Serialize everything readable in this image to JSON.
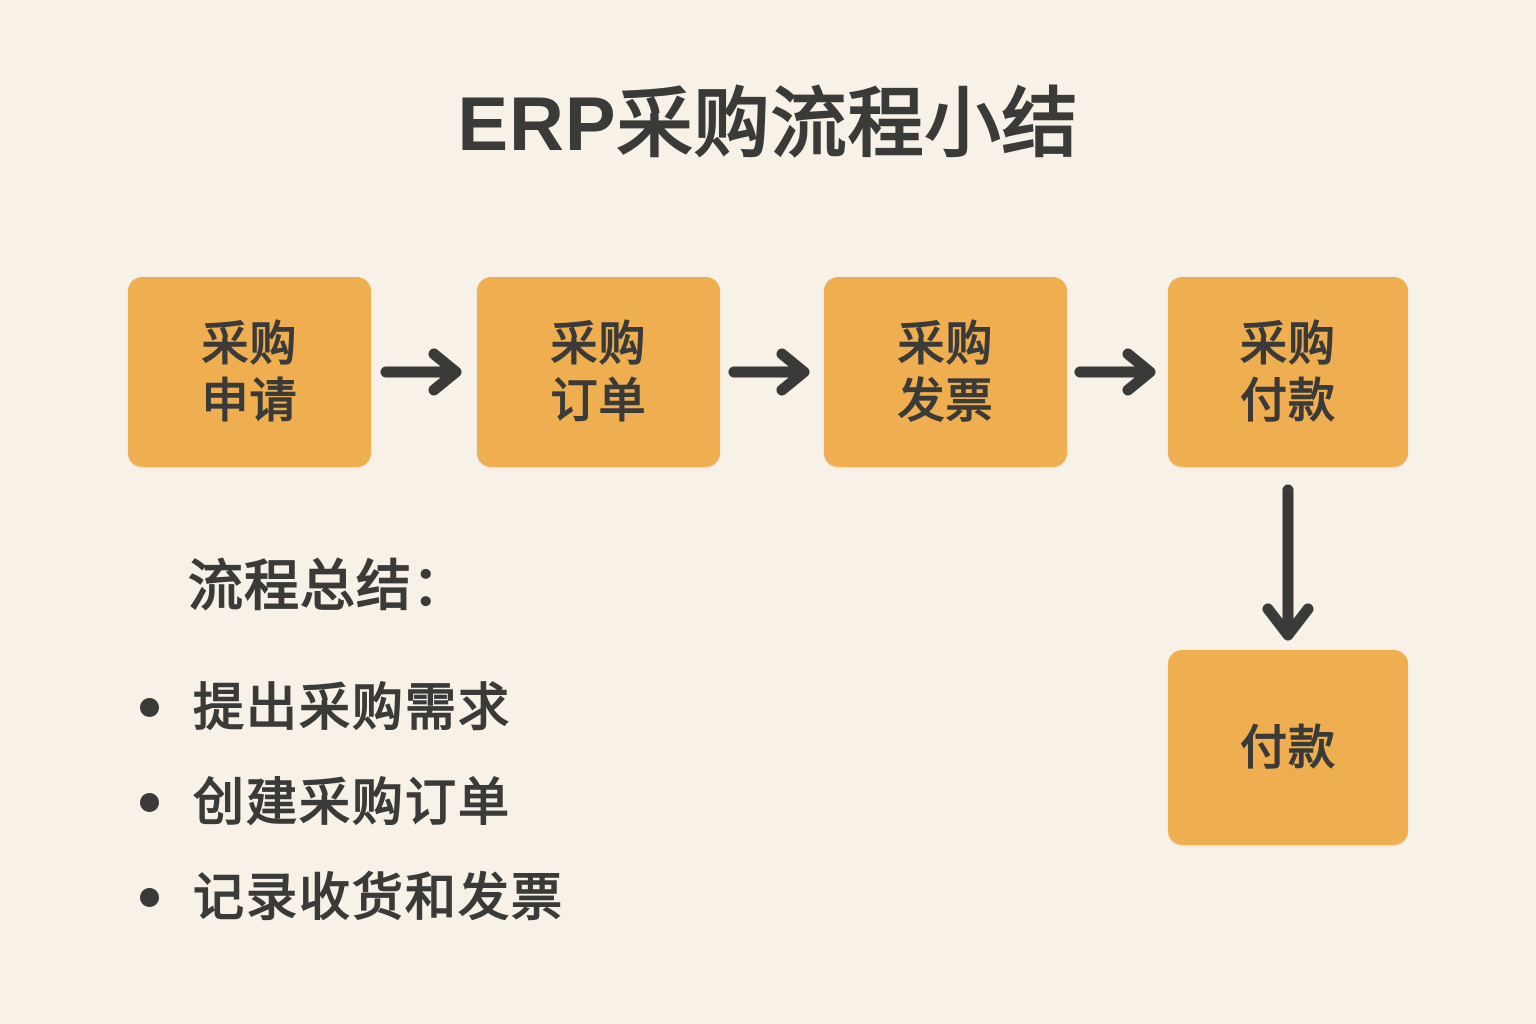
{
  "page": {
    "title": "ERP采购流程小结",
    "background_color": "#F7F1E7",
    "text_color": "#3A3A38",
    "accent_color": "#EFAE4F"
  },
  "flow": {
    "boxes": [
      {
        "id": "box-1",
        "label": "采购\n申请"
      },
      {
        "id": "box-2",
        "label": "采购\n订单"
      },
      {
        "id": "box-3",
        "label": "采购\n发票"
      },
      {
        "id": "box-4",
        "label": "采购\n付款"
      },
      {
        "id": "box-5",
        "label": "付款"
      }
    ],
    "arrows": [
      {
        "id": "arrow-1",
        "direction": "right",
        "glyph": "arrow-right-icon"
      },
      {
        "id": "arrow-2",
        "direction": "right",
        "glyph": "arrow-right-icon"
      },
      {
        "id": "arrow-3",
        "direction": "right",
        "glyph": "arrow-right-icon"
      },
      {
        "id": "arrow-down",
        "direction": "down",
        "glyph": "arrow-down-icon"
      }
    ]
  },
  "summary": {
    "heading": "流程总结：",
    "items": [
      "提出采购需求",
      "创建采购订单",
      "记录收货和发票"
    ]
  }
}
